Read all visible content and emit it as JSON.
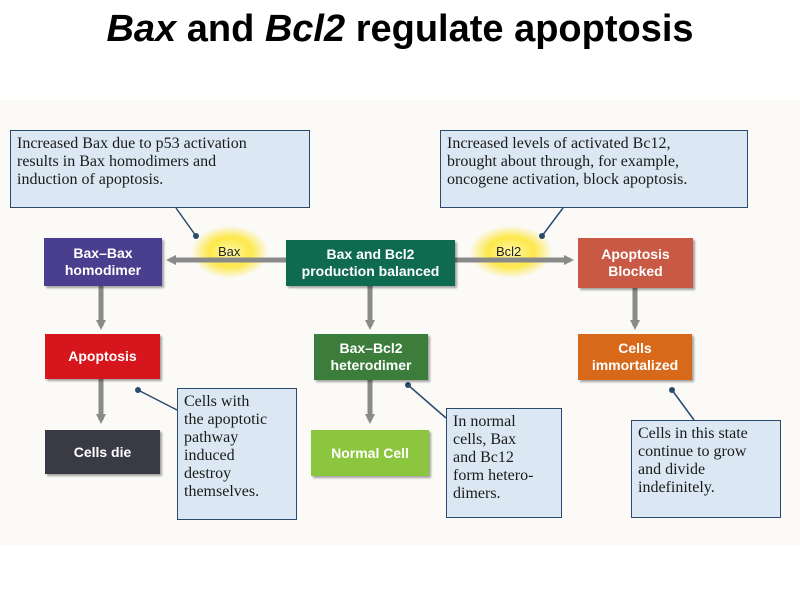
{
  "title": {
    "part1": "Bax",
    "part2": " and ",
    "part3": "Bcl2",
    "part4": " regulate apoptosis"
  },
  "boxes": {
    "center": "Bax and Bcl2\nproduction balanced",
    "bax_bax": "Bax–Bax\nhomodimer",
    "apoptosis_blocked": "Apoptosis\nBlocked",
    "apoptosis": "Apoptosis",
    "heterodimer": "Bax–Bcl2\nheterodimer",
    "cells_immortalized": "Cells\nimmortalized",
    "cells_die": "Cells die",
    "normal_cell": "Normal Cell"
  },
  "bursts": {
    "bax": "Bax",
    "bcl2": "Bcl2"
  },
  "notes": {
    "top_left": "Increased Bax due to p53 activation\nresults in Bax homodimers and\ninduction of apoptosis.",
    "top_right": "Increased levels of activated Bc12,\nbrought about through, for example,\noncogene activation, block apoptosis.",
    "apoptotic": "Cells with\nthe apoptotic\npathway\ninduced\ndestroy\nthemselves.",
    "normal": "In normal\ncells, Bax\nand Bc12\nform hetero-\ndimers.",
    "immortal": "Cells in this state\ncontinue to grow\nand divide\nindefinitely."
  },
  "colors": {
    "center": "#0f6b4f",
    "bax_bax": "#4a3f8e",
    "apoptosis_blocked": "#c85a45",
    "apoptosis": "#d7151c",
    "heterodimer": "#3d7d3c",
    "cells_immortalized": "#d8691a",
    "cells_die": "#3a3a45",
    "normal_cell": "#8cc63f"
  }
}
